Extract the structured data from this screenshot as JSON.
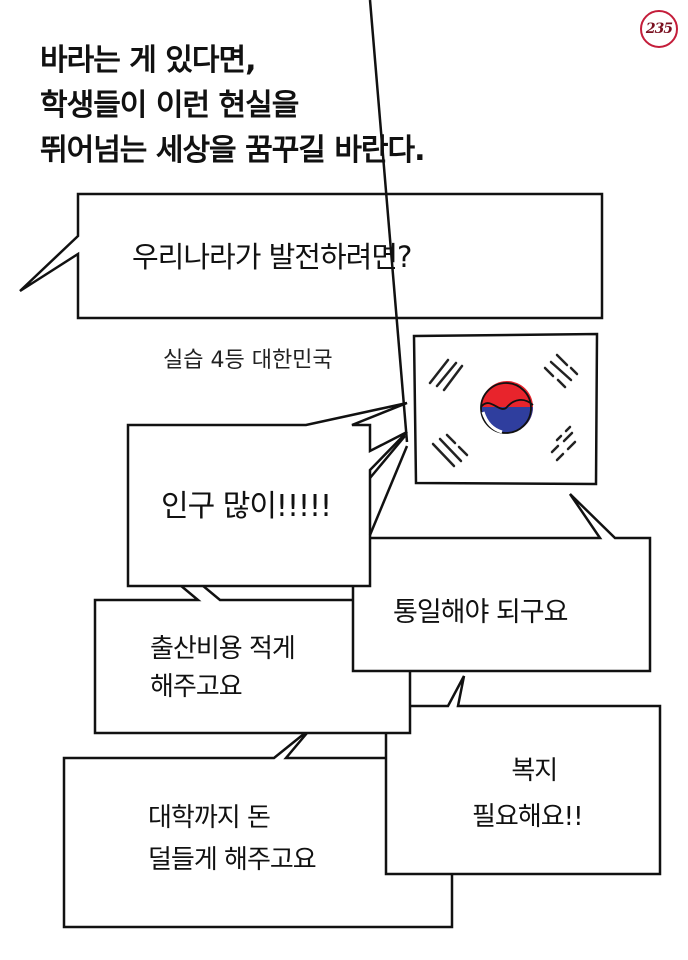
{
  "logo": {
    "text": "235",
    "ring_color": "#c41d3a"
  },
  "caption": {
    "lines": [
      "바라는 게 있다면,",
      "학생들이 이런 현실을",
      "뛰어넘는 세상을 꿈꾸길 바란다."
    ]
  },
  "question_bubble": {
    "text": "우리나라가 발전하려면?"
  },
  "flag": {
    "label": "실습 4등 대한민국",
    "icon": "korean-flag-icon",
    "colors": {
      "red": "#e8242c",
      "blue": "#2f3e9e",
      "border": "#111111"
    }
  },
  "answers": [
    {
      "id": "population",
      "lines": [
        "인구 많이!!!!!"
      ]
    },
    {
      "id": "unification",
      "lines": [
        "통일해야 되구요"
      ]
    },
    {
      "id": "birth-cost",
      "lines": [
        "출산비용 적게",
        "해주고요"
      ]
    },
    {
      "id": "welfare",
      "lines": [
        "복지",
        "필요해요!!"
      ]
    },
    {
      "id": "tuition",
      "lines": [
        "대학까지 돈",
        "덜들게 해주고요"
      ]
    }
  ]
}
